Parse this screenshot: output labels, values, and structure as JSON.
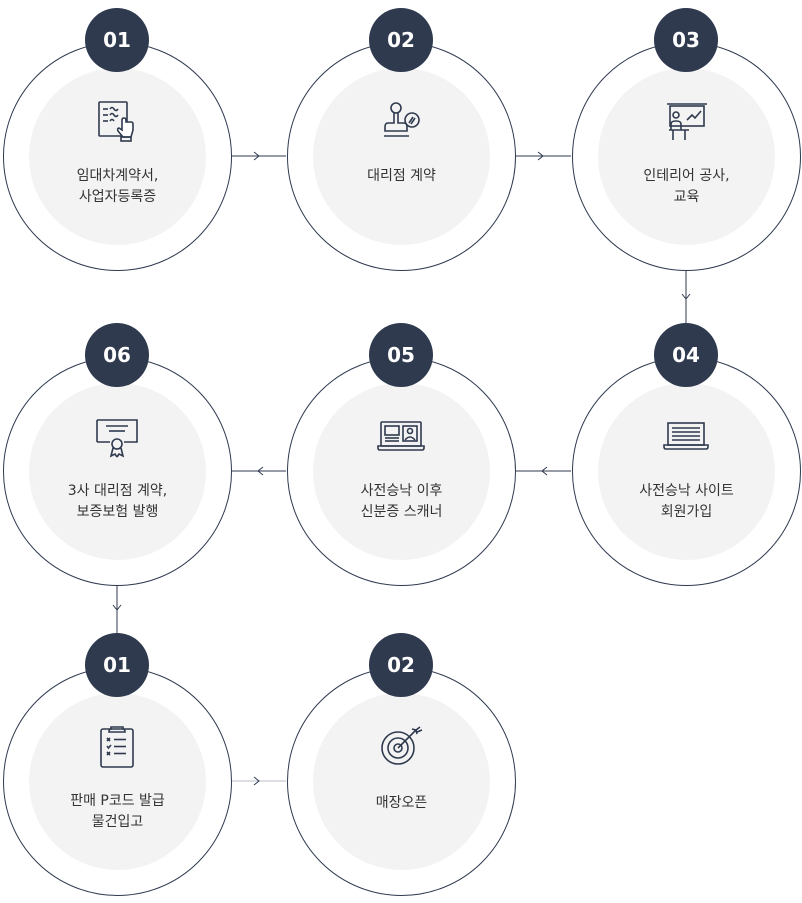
{
  "colors": {
    "navy": "#2f3a4f",
    "inner_fill": "#f3f3f3",
    "text": "#333333"
  },
  "steps": [
    {
      "number": "01",
      "icon": "contract-sign-icon",
      "lines": [
        "임대차계약서,",
        "사업자등록증"
      ]
    },
    {
      "number": "02",
      "icon": "stamp-icon",
      "lines": [
        "대리점 계약"
      ]
    },
    {
      "number": "03",
      "icon": "presentation-board-icon",
      "lines": [
        "인테리어 공사,",
        "교육"
      ]
    },
    {
      "number": "04",
      "icon": "laptop-icon",
      "lines": [
        "사전승낙 사이트",
        "회원가입"
      ]
    },
    {
      "number": "05",
      "icon": "id-card-scanner-icon",
      "lines": [
        "사전승낙 이후",
        "신분증 스캐너"
      ]
    },
    {
      "number": "06",
      "icon": "certificate-icon",
      "lines": [
        "3사 대리점 계약,",
        "보증보험 발행"
      ]
    },
    {
      "number": "01",
      "icon": "clipboard-checklist-icon",
      "lines": [
        "판매 P코드 발급",
        "물건입고"
      ]
    },
    {
      "number": "02",
      "icon": "target-dart-icon",
      "lines": [
        "매장오픈"
      ]
    }
  ]
}
